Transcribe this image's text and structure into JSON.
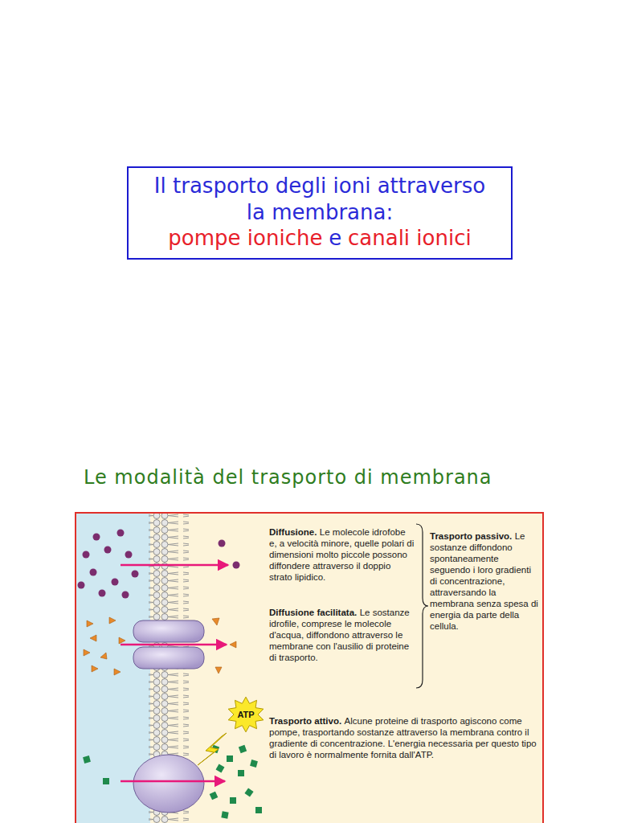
{
  "diagram": {
    "nodes": [
      {
        "text": [
          "Il trasporto degli ioni attraverso la membrana:",
          "pompe ioniche",
          "e",
          "canali ionici"
        ]
      },
      {
        "text": [
          "ATP"
        ]
      }
    ],
    "labels": [
      "Le modalità del trasporto di membrana",
      "Diffusione.",
      "Le molecole idrofobe e, a velocità minore, quelle polari di dimensioni molto piccole possono diffondere attraverso il doppio strato lipidico.",
      "Diffusione facilitata.",
      "Le sostanze idrofile, comprese le molecole d'acqua, diffondono attraverso le membrane con l'ausilio di proteine di trasporto.",
      "Trasporto passivo.",
      "Le sostanze diffondono spontaneamente seguendo i loro gradienti di concentrazione, attraversando la membrana senza spesa di energia da parte della cellula.",
      "Trasporto attivo.",
      "Alcune proteine di trasporto agiscono come pompe, trasportando sostanze attraverso la membrana contro il gradiente di concentrazione. L'energia necessaria per questo tipo di lavoro è normalmente fornita dall'ATP."
    ]
  }
}
